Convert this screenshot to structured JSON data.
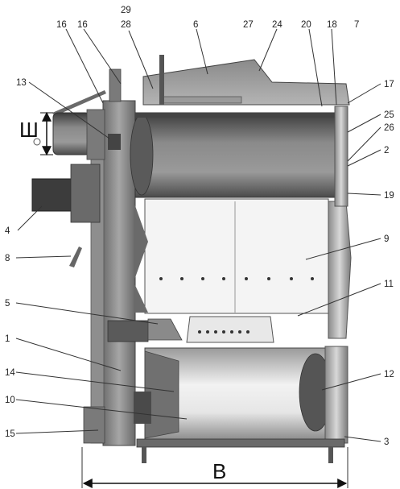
{
  "diagram": {
    "callouts": {
      "c29": "29",
      "c28": "28",
      "c16a": "16",
      "c16b": "16",
      "c6": "6",
      "c27": "27",
      "c24": "24",
      "c20": "20",
      "c18": "18",
      "c7": "7",
      "c17": "17",
      "c13": "13",
      "c25": "25",
      "c26": "26",
      "c2": "2",
      "c19": "19",
      "c4": "4",
      "c8": "8",
      "c9": "9",
      "c5": "5",
      "c11": "11",
      "c1": "1",
      "c12": "12",
      "c14": "14",
      "c10": "10",
      "c15": "15",
      "c3": "3"
    },
    "dimension_height": "Ш",
    "dimension_width": "B"
  }
}
